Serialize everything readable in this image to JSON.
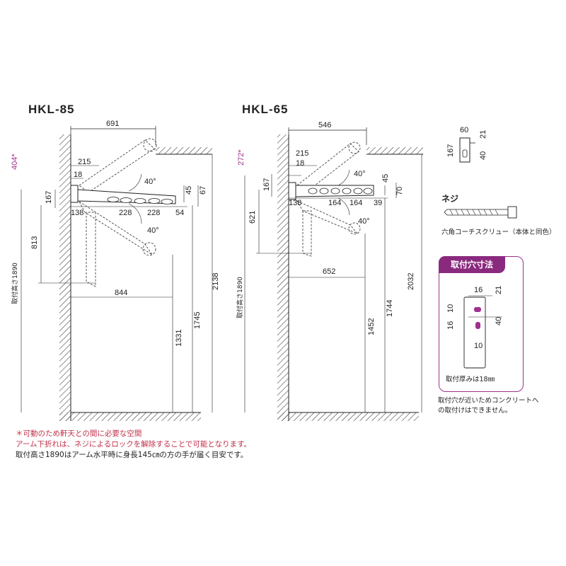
{
  "left": {
    "title": "HKL-85",
    "top_width": "691",
    "dim_215": "215",
    "dim_18": "18",
    "dim_167": "167",
    "dim_138": "138",
    "dim_228a": "228",
    "dim_228b": "228",
    "dim_54": "54",
    "dim_45": "45",
    "dim_67": "67",
    "angle_top": "40°",
    "angle_bottom": "40°",
    "dim_813": "813",
    "dim_844": "844",
    "dim_1331": "1331",
    "dim_1745": "1745",
    "dim_2138": "2138",
    "clearance": "404*",
    "install_height": "取付高さ1890"
  },
  "right": {
    "title": "HKL-65",
    "top_width": "546",
    "dim_215": "215",
    "dim_18": "18",
    "dim_167": "167",
    "dim_138": "138",
    "dim_164a": "164",
    "dim_164b": "164",
    "dim_39": "39",
    "dim_45": "45",
    "dim_70": "70",
    "angle_top": "40°",
    "angle_bottom": "40°",
    "dim_621": "621",
    "dim_652": "652",
    "dim_1452": "1452",
    "dim_1744": "1744",
    "dim_2032": "2032",
    "clearance": "272*",
    "install_height": "取付高さ1890"
  },
  "bracket": {
    "dim_60": "60",
    "dim_21": "21",
    "dim_167": "167",
    "dim_40": "40"
  },
  "screw": {
    "title": "ネジ",
    "caption": "六角コーチスクリュー（本体と同色）"
  },
  "hole_box": {
    "title": "取付穴寸法",
    "dim_16a": "16",
    "dim_21": "21",
    "dim_10a": "10",
    "dim_40": "40",
    "dim_16b": "16",
    "dim_10b": "10",
    "caption": "取付厚みは18㎜"
  },
  "side_note": "取付穴が近いためコンクリートへの取付けはできません。",
  "notes": {
    "line1": "＊可動のため軒天との間に必要な空間",
    "line2": "アーム下折れは、ネジによるロックを解除することで可能となります。",
    "line3": "取付高さ1890はアーム水平時に身長145㎝の方の手が届く目安です。"
  },
  "colors": {
    "accent": "#8a2a7e",
    "note_red": "#c0304a"
  }
}
